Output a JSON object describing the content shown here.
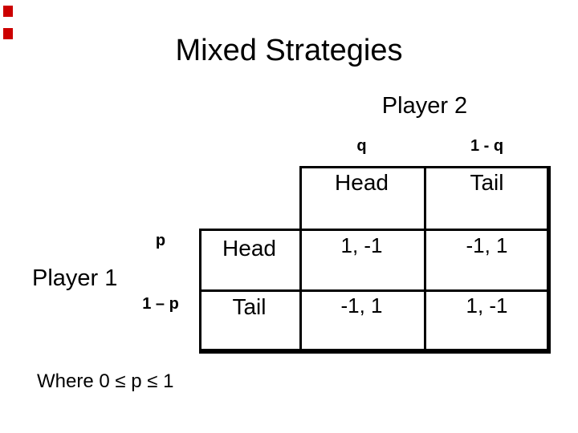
{
  "slide": {
    "title": "Mixed Strategies",
    "accent_color": "#cc0000",
    "players": {
      "player2": "Player 2",
      "player1": "Player 1"
    },
    "probabilities": {
      "q": "q",
      "one_minus_q": "1 - q",
      "p": "p",
      "one_minus_p": "1 – p"
    },
    "payoff_table": {
      "column_headers": [
        "Head",
        "Tail"
      ],
      "row_headers": [
        "Head",
        "Tail"
      ],
      "cells": [
        [
          "1, -1",
          "-1, 1"
        ],
        [
          "-1, 1",
          "1, -1"
        ]
      ]
    },
    "footnote": "Where 0 ≤ p ≤ 1"
  }
}
